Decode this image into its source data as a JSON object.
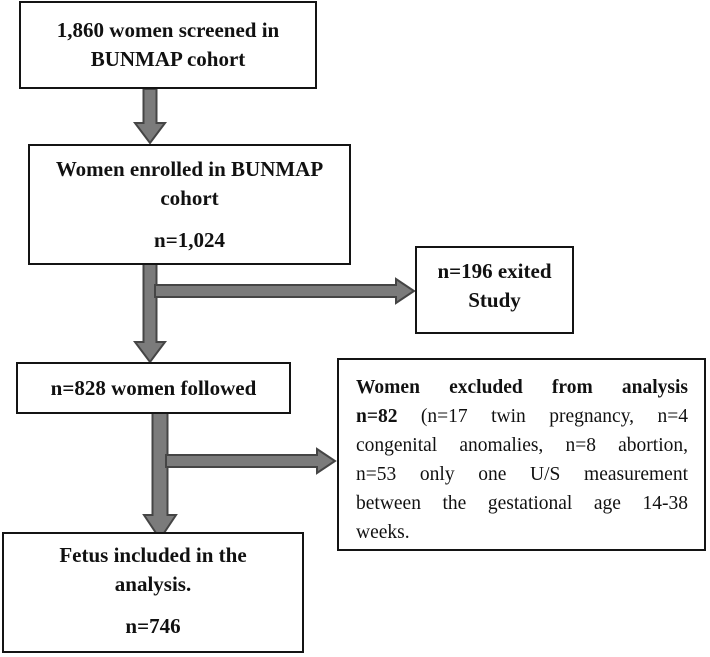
{
  "figure": {
    "type": "study-flow-diagram",
    "boxes": {
      "screened": {
        "lines": [
          "1,860 women screened in",
          "BUNMAP cohort"
        ]
      },
      "enrolled": {
        "lines": [
          "Women enrolled in BUNMAP",
          "cohort"
        ],
        "count": "n=1,024"
      },
      "exited": {
        "lines": [
          "n=196 exited",
          "Study"
        ]
      },
      "followed": {
        "lines": [
          "n=828 women followed"
        ]
      },
      "excluded": {
        "lines": [
          {
            "bold": "Women excluded from analysis",
            "regular": ""
          },
          {
            "bold": "n=82",
            "regular": "(n=17 twin pregnancy, n=4"
          },
          {
            "bold": "",
            "regular": "congenital anomalies, n=8 abortion,"
          },
          {
            "bold": "",
            "regular": "n=53 only one U/S measurement"
          },
          {
            "bold": "",
            "regular": "between the gestational age 14-38"
          },
          {
            "bold": "",
            "regular": "weeks."
          }
        ]
      },
      "included": {
        "lines": [
          "Fetus included in the",
          "analysis."
        ],
        "count": "n=746"
      }
    },
    "colors": {
      "arrow_fill": "#7b7b7b",
      "arrow_stroke": "#454545",
      "box_border": "#141414",
      "box_fill": "#ffffff",
      "text": "#111111",
      "background": "#ffffff"
    }
  }
}
